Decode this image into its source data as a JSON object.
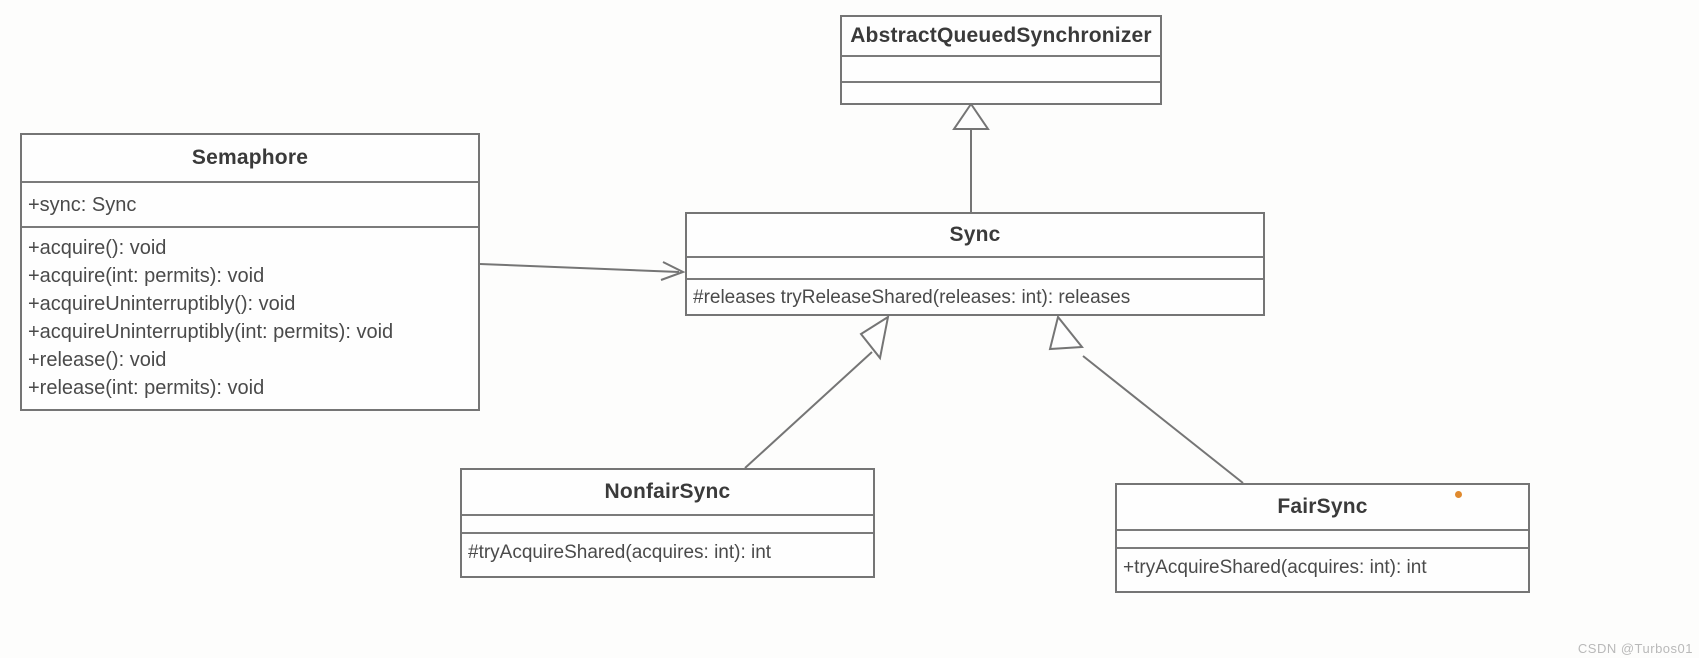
{
  "diagram": {
    "type": "uml-class-diagram",
    "title": "Semaphore / AbstractQueuedSynchronizer class hierarchy",
    "background_color": "#fdfdfc",
    "line_color": "#757575",
    "text_color": "#4a4a4a",
    "accent_color": "#e08a2e"
  },
  "classes": {
    "aqs": {
      "name": "AbstractQueuedSynchronizer",
      "attributes": [],
      "operations": []
    },
    "semaphore": {
      "name": "Semaphore",
      "attributes": [
        "+sync: Sync"
      ],
      "operations": [
        "+acquire(): void",
        "+acquire(int: permits): void",
        "+acquireUninterruptibly(): void",
        "+acquireUninterruptibly(int: permits): void",
        "+release(): void",
        "+release(int: permits): void"
      ]
    },
    "sync": {
      "name": "Sync",
      "attributes": [],
      "operations": [
        "#releases tryReleaseShared(releases: int): releases"
      ]
    },
    "nonfair_sync": {
      "name": "NonfairSync",
      "attributes": [],
      "operations": [
        "#tryAcquireShared(acquires: int): int"
      ]
    },
    "fair_sync": {
      "name": "FairSync",
      "attributes": [],
      "operations": [
        "+tryAcquireShared(acquires: int): int"
      ]
    }
  },
  "relationships": [
    {
      "from": "Sync",
      "to": "AbstractQueuedSynchronizer",
      "kind": "generalization"
    },
    {
      "from": "Semaphore",
      "to": "Sync",
      "kind": "association"
    },
    {
      "from": "NonfairSync",
      "to": "Sync",
      "kind": "generalization"
    },
    {
      "from": "FairSync",
      "to": "Sync",
      "kind": "generalization"
    }
  ],
  "watermark": {
    "text": "CSDN @Turbos01"
  }
}
